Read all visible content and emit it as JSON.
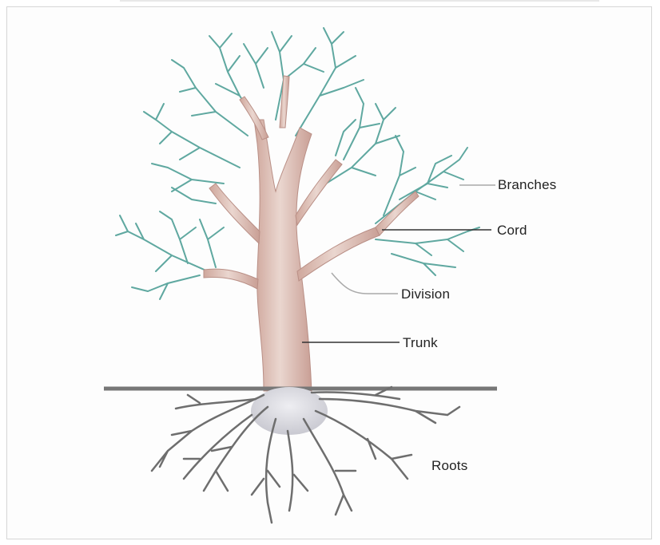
{
  "labels": {
    "branches": "Branches",
    "cord": "Cord",
    "division": "Division",
    "trunk": "Trunk",
    "roots": "Roots"
  },
  "colors": {
    "foliage": "#5fa8a0",
    "trunk": "#d9b9b0",
    "trunk_light": "#ead8d2",
    "roots": "#707070",
    "ground": "#777777",
    "leader_dark": "#333333",
    "leader_light": "#aaaaaa"
  }
}
